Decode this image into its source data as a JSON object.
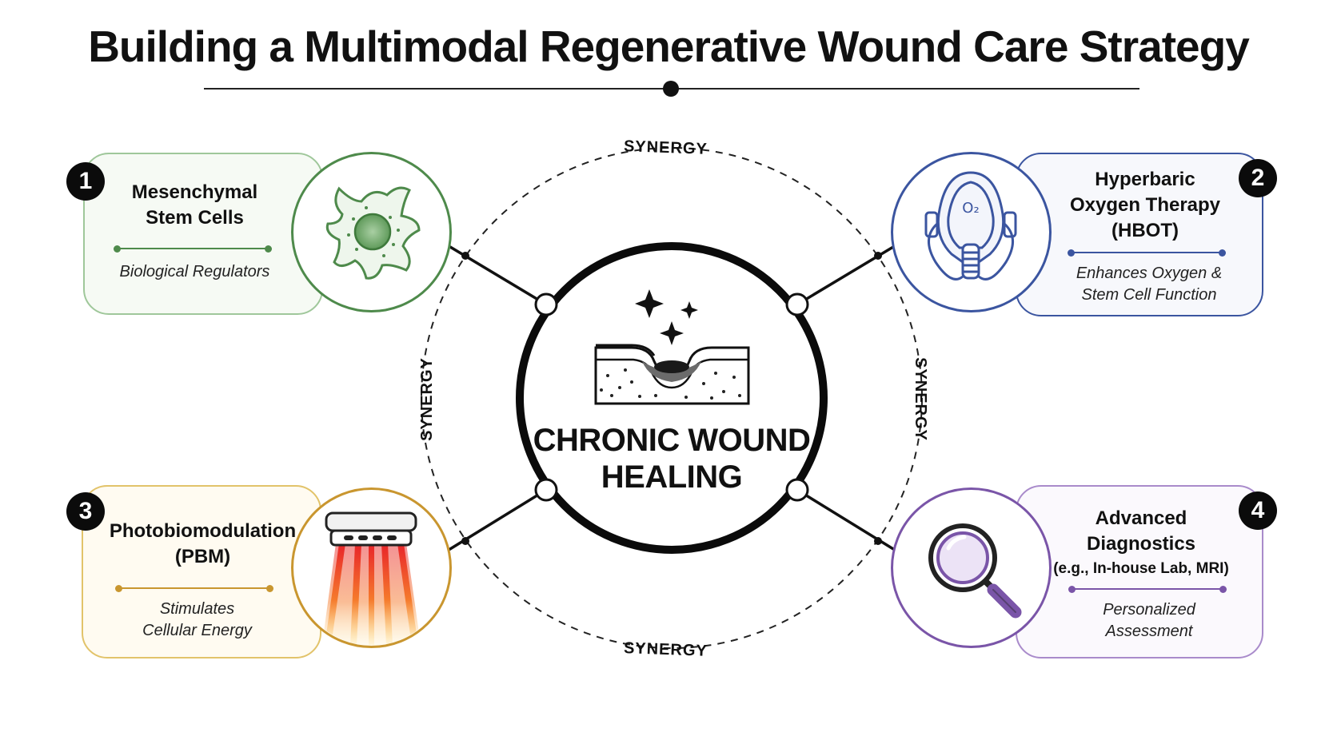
{
  "title": "Building a Multimodal Regenerative Wound Care Strategy",
  "center": {
    "line1": "CHRONIC WOUND",
    "line2": "HEALING"
  },
  "synergy": {
    "top": "SYNERGY",
    "bottom": "SYNERGY",
    "left": "SYNERGY",
    "right": "SYNERGY"
  },
  "modalities": [
    {
      "number": "1",
      "title_line1": "Mesenchymal",
      "title_line2": "Stem Cells",
      "description_line1": "Biological Regulators",
      "description_line2": "",
      "icon": "stem-cell-icon",
      "color": "#4e8a4b"
    },
    {
      "number": "2",
      "title_line1": "Hyperbaric",
      "title_line2": "Oxygen Therapy",
      "title_line3": "(HBOT)",
      "description_line1": "Enhances Oxygen &",
      "description_line2": "Stem Cell Function",
      "icon": "oxygen-mask-icon",
      "icon_text": "O₂",
      "color": "#3b55a0"
    },
    {
      "number": "3",
      "title_line1": "Photobiomodulation",
      "title_line2": "(PBM)",
      "description_line1": "Stimulates",
      "description_line2": "Cellular Energy",
      "icon": "red-light-lamp-icon",
      "color": "#d4a73a"
    },
    {
      "number": "4",
      "title_line1": "Advanced",
      "title_line2": "Diagnostics",
      "subtitle": "(e.g., In-house Lab, MRI)",
      "description_line1": "Personalized",
      "description_line2": "Assessment",
      "icon": "magnifying-glass-icon",
      "color": "#7a55a8"
    }
  ]
}
